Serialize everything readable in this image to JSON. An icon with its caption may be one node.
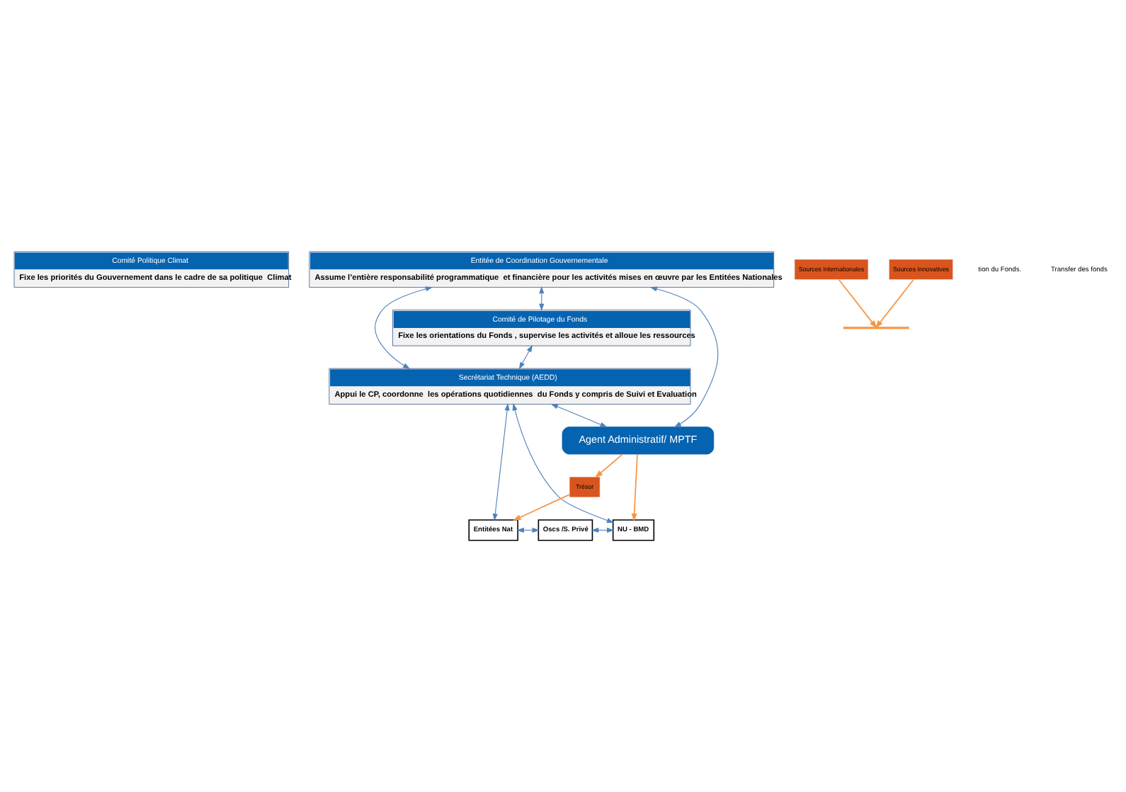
{
  "diagram": {
    "nodes": [
      {
        "text": [
          "Comité Politique Climat",
          "Fixe les priorités du Gouvernement dans le cadre de sa politique  Climat"
        ]
      },
      {
        "text": [
          "Comité de Pilotage du Fonds",
          "Fixe les orientations du Fonds , supervise les activités et alloue les ressources"
        ]
      },
      {
        "text": [
          "Entitée de Coordination Gouvernementale",
          "Assume l’entière responsabilité programmatique  et financière pour les activités mises en œuvre par les Entitées Nationales"
        ]
      },
      {
        "text": [
          "Sources Internationales"
        ]
      },
      {
        "text": [
          "Sources Innovatives"
        ]
      },
      {
        "text": [
          "Secrétariat Technique (AEDD)",
          "Appui le CP, coordonne  les opérations quotidiennes  du Fonds y compris de Suivi et Evaluation"
        ]
      },
      {
        "text": [
          "Agent Administratif/ MPTF"
        ]
      },
      {
        "text": [
          "Trésor"
        ]
      },
      {
        "text": [
          "Entitées Nat"
        ]
      },
      {
        "text": [
          "Oscs /S. Privé"
        ]
      },
      {
        "text": [
          "NU - BMD"
        ]
      },
      {
        "text": [],
        "shape": "bar"
      }
    ],
    "edges": [
      {
        "from": 1,
        "to": 5,
        "arrow": "both"
      },
      {
        "from": 2,
        "to": 1,
        "arrow": "both"
      },
      {
        "from": 2,
        "to": 5,
        "arrow": "both"
      },
      {
        "from": 2,
        "to": 6,
        "arrow": "both"
      },
      {
        "from": 5,
        "to": 6,
        "arrow": "both"
      },
      {
        "from": 4,
        "to": 11,
        "arrow": "to",
        "color": "#f79646"
      },
      {
        "from": 3,
        "to": 11,
        "arrow": "to",
        "color": "#f79646"
      },
      {
        "from": 6,
        "to": 7,
        "arrow": "to",
        "color": "#f79646"
      },
      {
        "from": 6,
        "to": 10,
        "arrow": "to",
        "color": "#f79646"
      },
      {
        "from": 7,
        "to": 8,
        "arrow": "to",
        "color": "#f79646"
      },
      {
        "from": 5,
        "to": 8,
        "arrow": "both"
      },
      {
        "from": 5,
        "to": 10,
        "arrow": "both"
      },
      {
        "from": 8,
        "to": 9,
        "arrow": "both"
      },
      {
        "from": 9,
        "to": 10,
        "arrow": "both"
      }
    ],
    "labels": [
      "tion du Fonds.",
      "Transfer des fonds"
    ]
  }
}
